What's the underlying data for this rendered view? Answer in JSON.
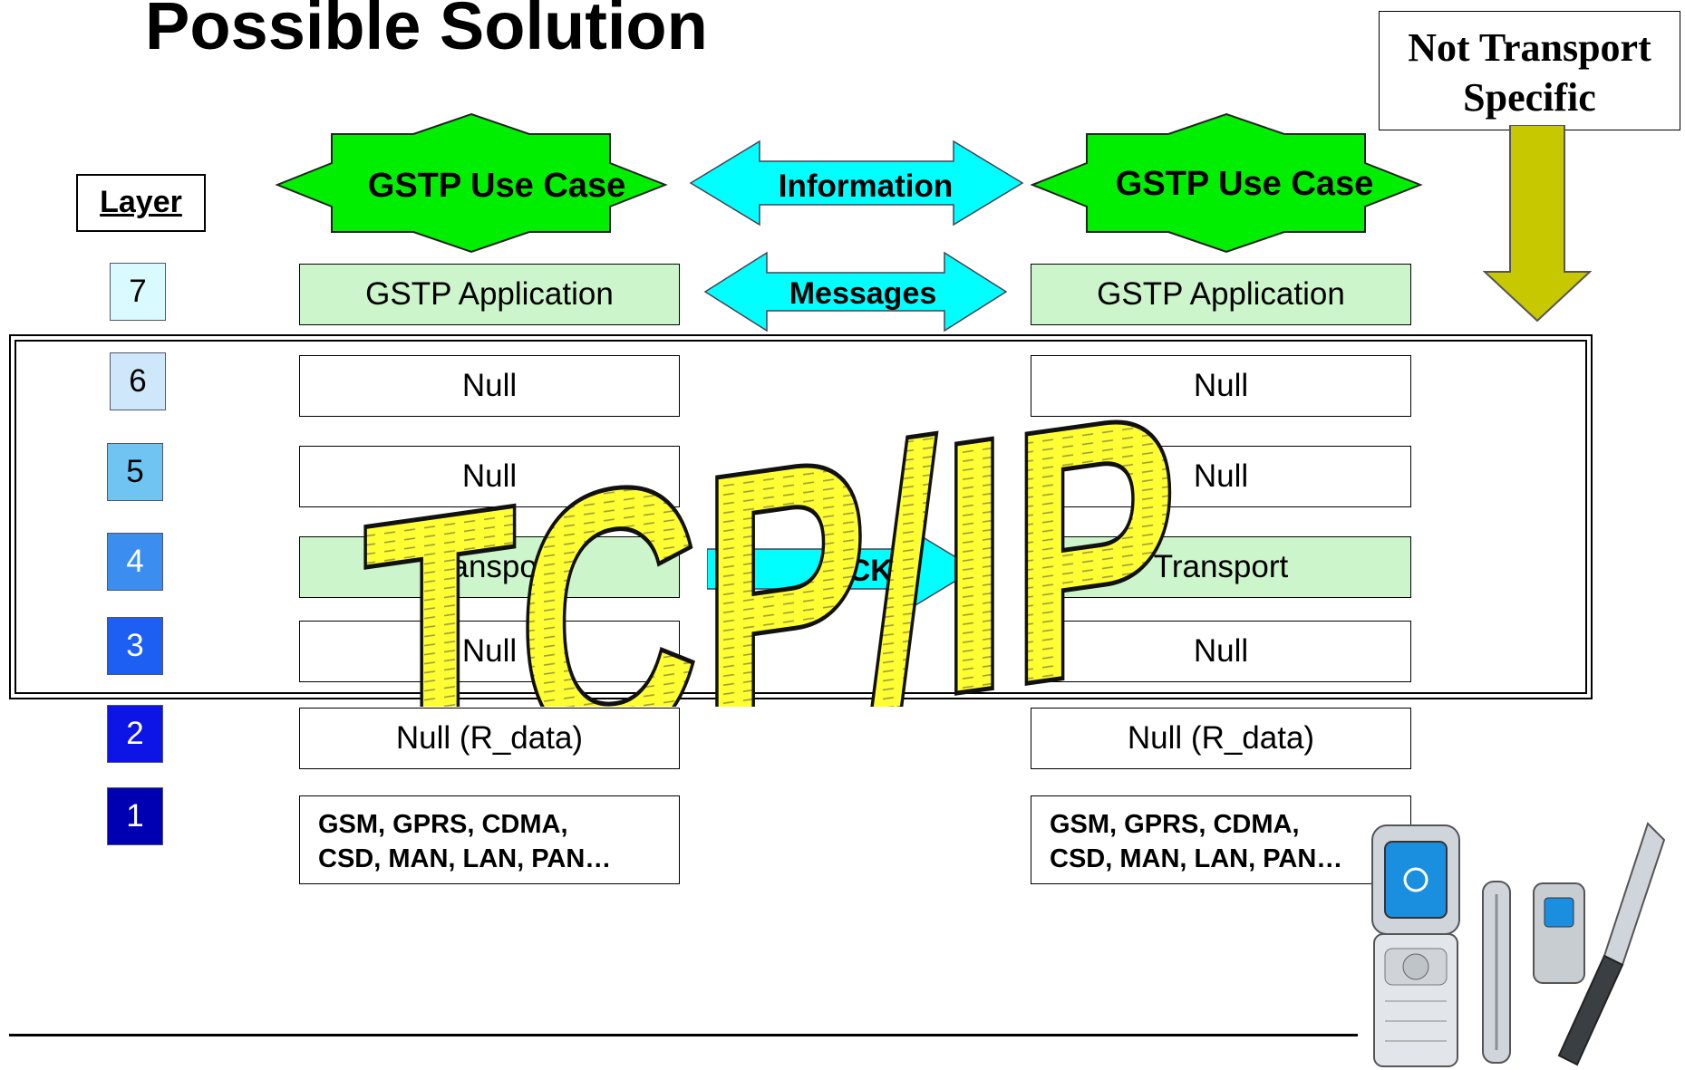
{
  "title": "Possible Solution",
  "note": {
    "line1": "Not Transport",
    "line2": "Specific"
  },
  "layer_header": "Layer",
  "layers": [
    "7",
    "6",
    "5",
    "4",
    "3",
    "2",
    "1"
  ],
  "use_case_label": "GSTP Use Case",
  "arrows": {
    "information": "Information",
    "messages": "Messages",
    "ack": "ACK"
  },
  "stack_left": {
    "application": "GSTP Application",
    "l6": "Null",
    "l5": "Null",
    "l4": "Transport",
    "l3": "Null",
    "l2": "Null (R_data)",
    "l1_line1": "GSM, GPRS, CDMA,",
    "l1_line2": "CSD, MAN, LAN, PAN…"
  },
  "stack_right": {
    "application": "GSTP Application",
    "l6": "Null",
    "l5": "Null",
    "l4": "Transport",
    "l3": "Null",
    "l2": "Null (R_data)",
    "l1_line1": "GSM, GPRS, CDMA,",
    "l1_line2": "CSD, MAN, LAN, PAN…"
  },
  "overlay_text": "TCP/IP",
  "colors": {
    "use_case_fill": "#00ee00",
    "arrow_fill": "#00ffff",
    "green_cell": "#ccf5cc",
    "overlay_fill": "#ffff33",
    "note_arrow": "#c8c800"
  }
}
